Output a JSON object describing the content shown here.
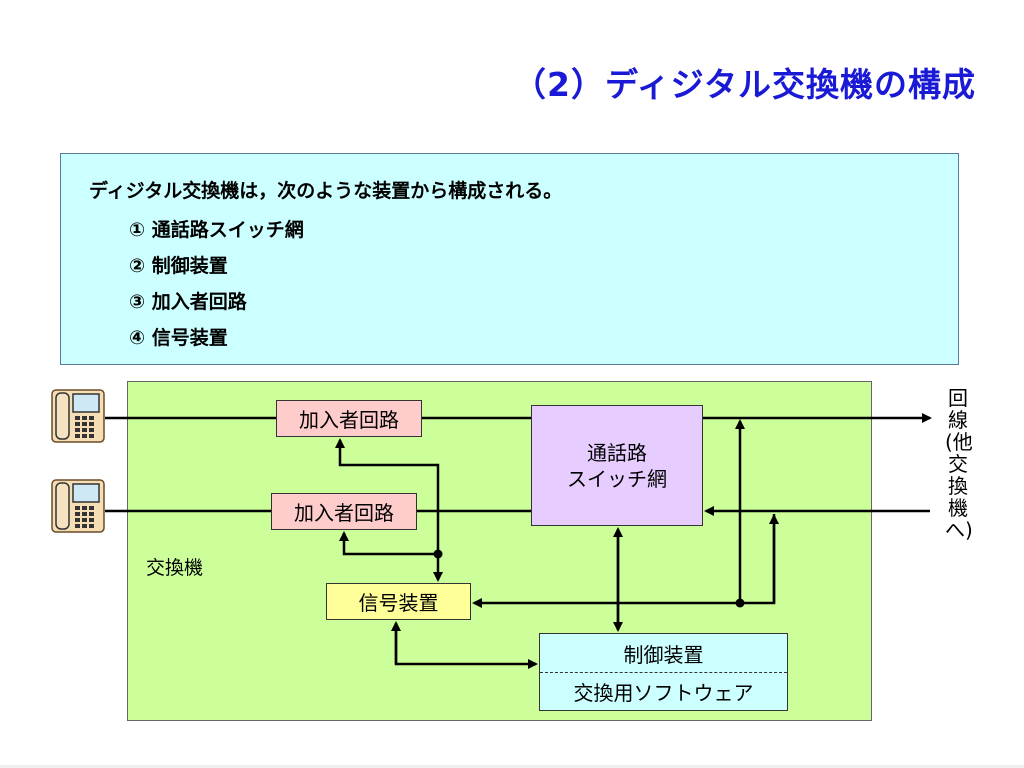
{
  "title": "（2）ディジタル交換機の構成",
  "info": {
    "intro": "ディジタル交換機は，次のような装置から構成される。",
    "items": [
      "① 通話路スイッチ網",
      "② 制御装置",
      "③ 加入者回路",
      "④ 信号装置"
    ]
  },
  "diagram": {
    "exchange_label": "交換機",
    "subscriber_circuit_1": "加入者回路",
    "subscriber_circuit_2": "加入者回路",
    "switch_network_line1": "通話路",
    "switch_network_line2": "スイッチ網",
    "signal_unit": "信号装置",
    "control_unit": "制御装置",
    "exchange_software": "交換用ソフトウェア",
    "line_label": "回線(他交換機へ)"
  },
  "colors": {
    "title": "#1a1ad6",
    "info_bg": "#ccffff",
    "exchange_bg": "#ccff99",
    "subscriber_bg": "#ffcccc",
    "switch_bg": "#e6ccff",
    "signal_bg": "#ffff99",
    "control_bg": "#ccffff"
  },
  "icons": [
    "telephone-icon",
    "telephone-icon"
  ]
}
